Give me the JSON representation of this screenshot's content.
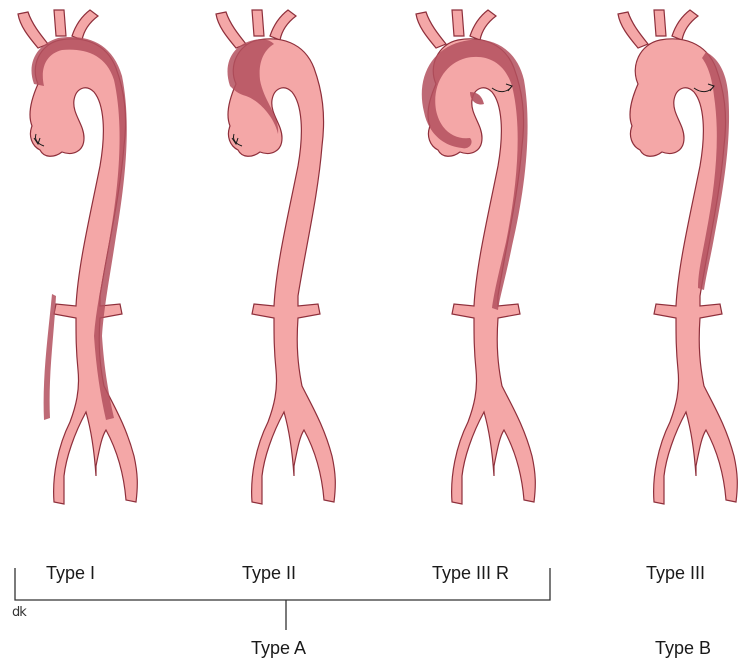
{
  "panels": [
    {
      "id": "type-i",
      "label": "Type I",
      "dissection": "ascending-aortic-arch-and-descending"
    },
    {
      "id": "type-ii",
      "label": "Type II",
      "dissection": "ascending-only"
    },
    {
      "id": "type-iii-r",
      "label": "Type III R",
      "dissection": "arch-and-descending-retrograde"
    },
    {
      "id": "type-iii",
      "label": "Type III",
      "dissection": "descending-only"
    }
  ],
  "groups": {
    "type_a": "Type A",
    "type_b": "Type B"
  },
  "colors": {
    "aorta_fill": "#f4a7a7",
    "aorta_stroke": "#8e2f3b",
    "false_lumen": "#b3505e",
    "bracket": "#333333"
  },
  "watermark": "dk"
}
